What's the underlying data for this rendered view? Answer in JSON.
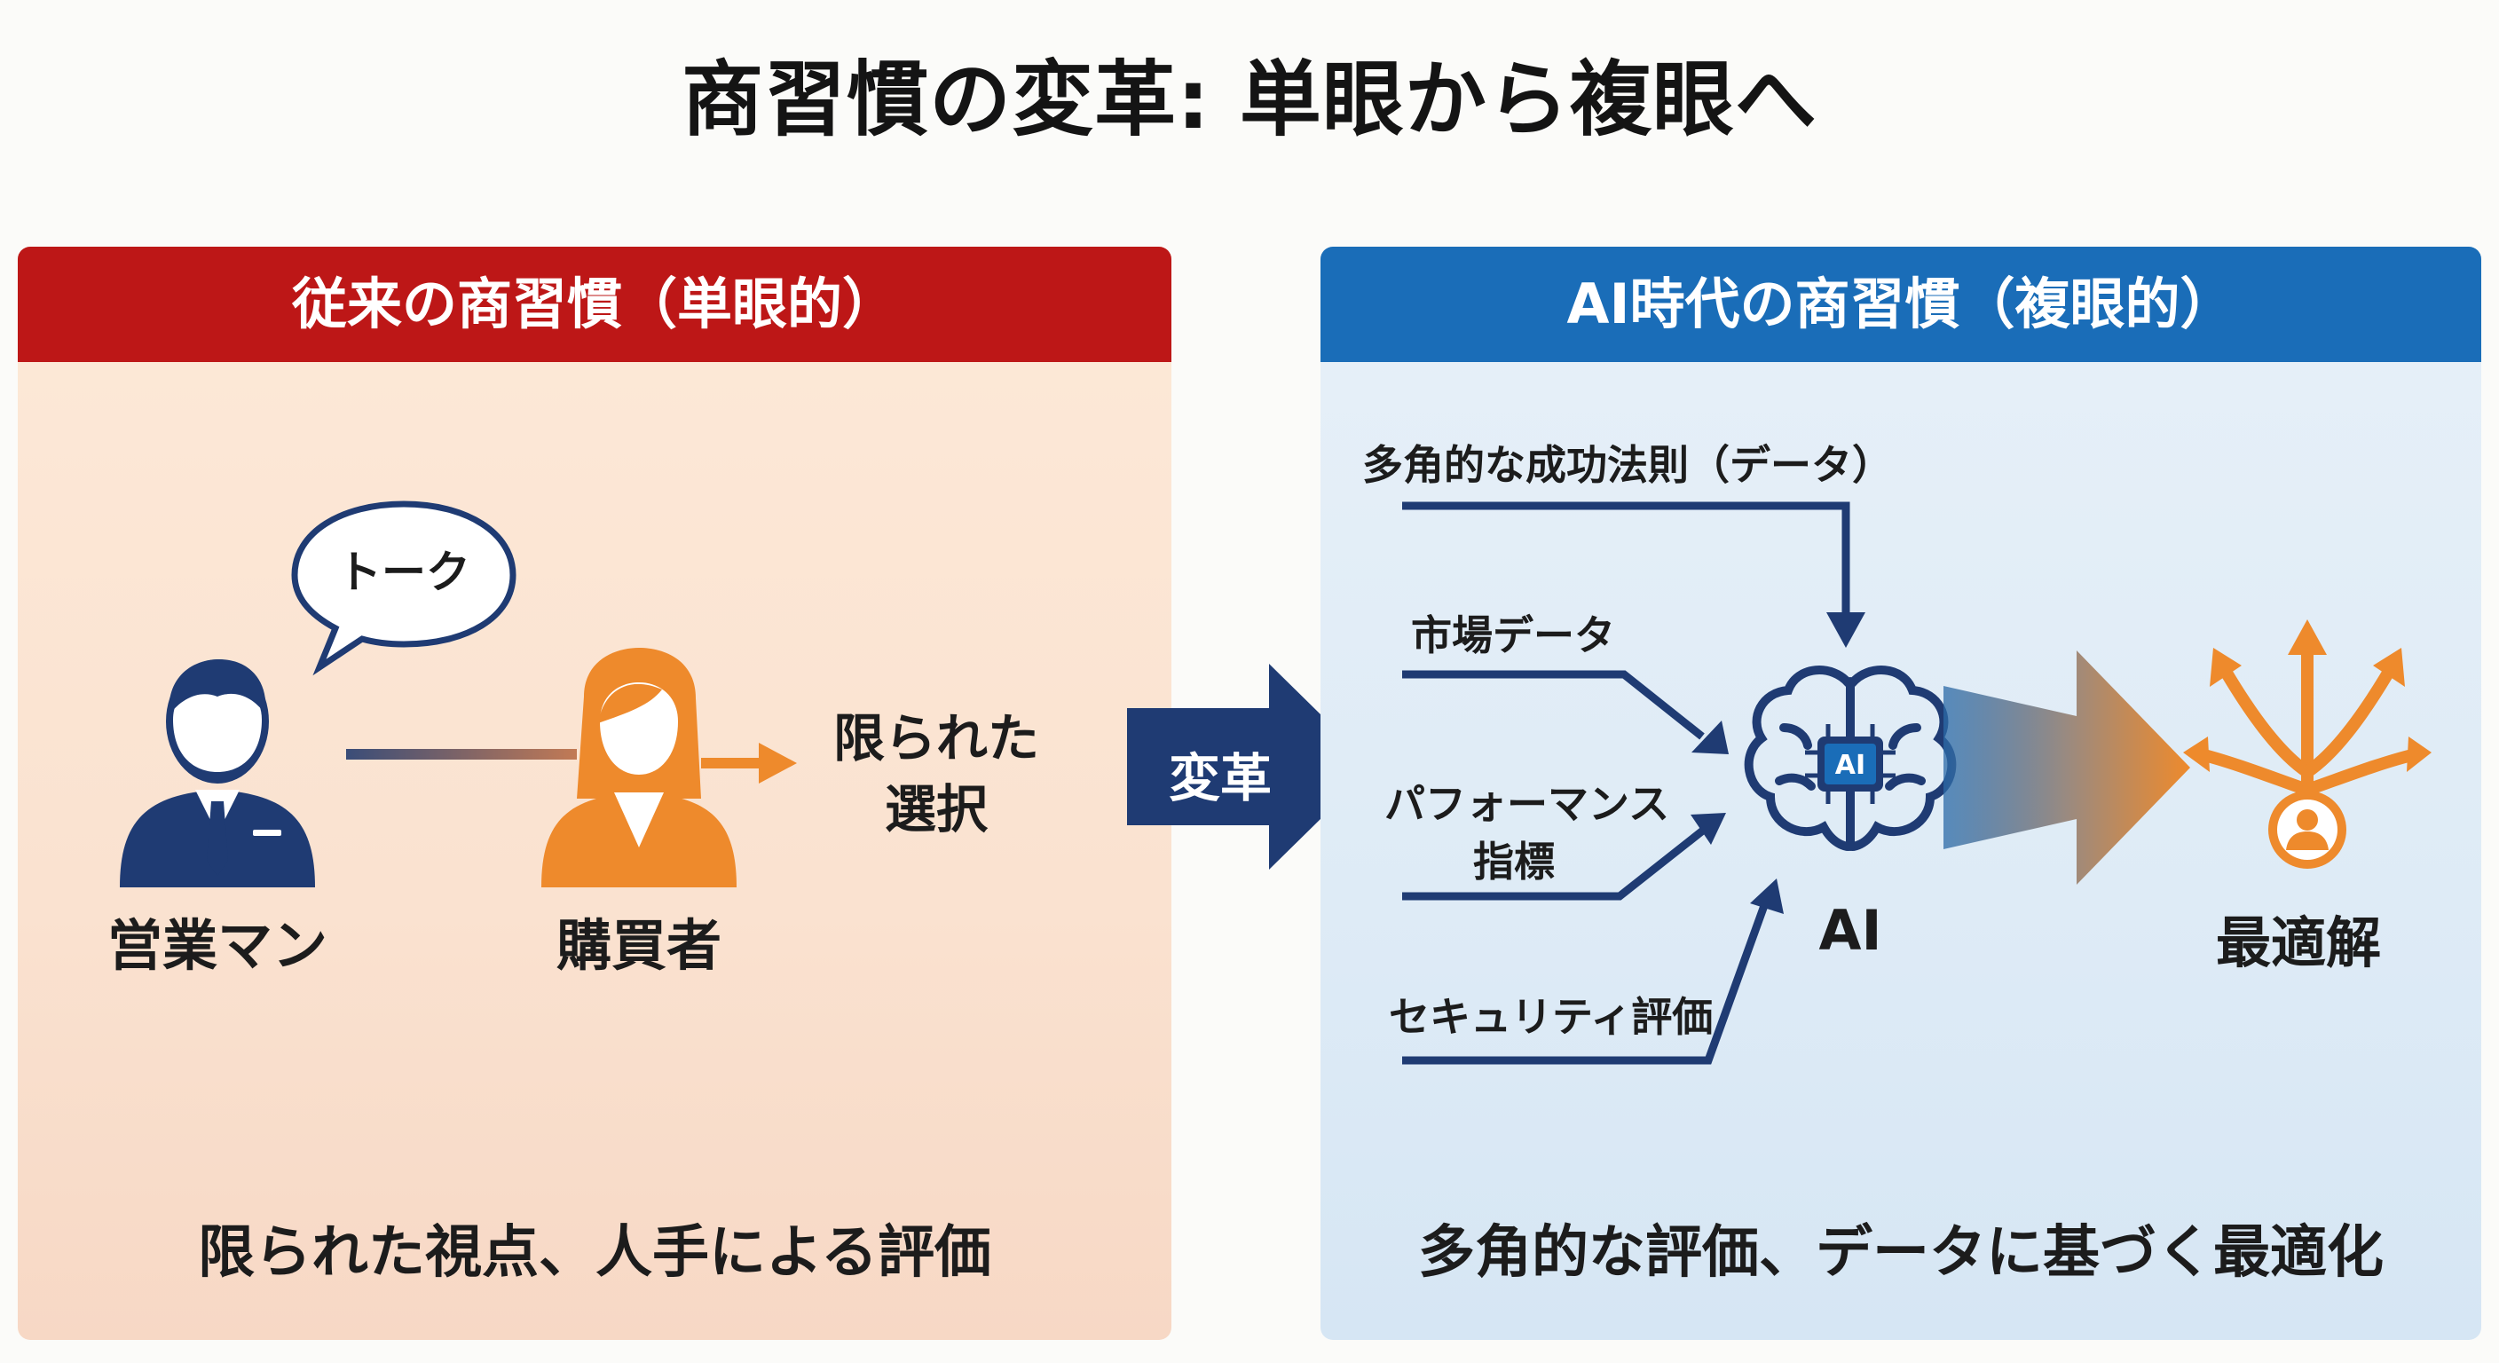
{
  "title": "商習慣の変革: 単眼から複眼へ",
  "left_panel": {
    "header": "従来の商習慣（単眼的）",
    "speech": "トーク",
    "salesperson": "営業マン",
    "buyer": "購買者",
    "result_line1": "限られた",
    "result_line2": "選択",
    "footer": "限られた視点、人手による評価"
  },
  "transform_label": "変革",
  "right_panel": {
    "header": "AI時代の商習慣（複眼的）",
    "inputs": [
      "多角的な成功法則（データ）",
      "市場データ",
      "パフォーマンス",
      "指標",
      "セキュリティ評価"
    ],
    "chip_label": "AI",
    "ai_label": "AI",
    "output_label": "最適解",
    "footer": "多角的な評価、データに基づく最適化"
  },
  "colors": {
    "red": "#bd1717",
    "blue": "#1a6db8",
    "navy": "#1f3b73",
    "orange": "#ee8a2c"
  }
}
